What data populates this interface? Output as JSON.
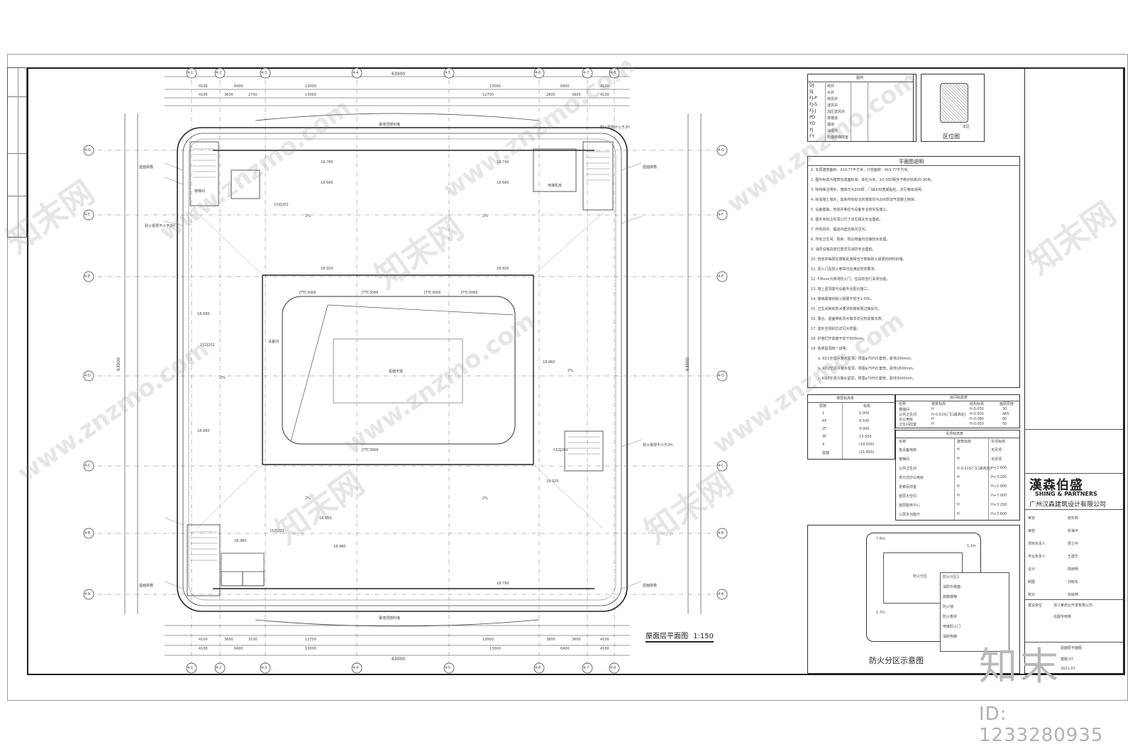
{
  "drawing": {
    "plan_title": "屋面层平面图",
    "scale": "1:150",
    "overall_dim": "63000",
    "top_dims_row1": [
      "4100",
      "6400",
      "13000",
      "13000",
      "6400",
      "4100"
    ],
    "top_dims_row2": [
      "4100",
      "3600",
      "2750",
      "13000",
      "12700",
      "2800",
      "3600",
      "4100"
    ],
    "bottom_dims": [
      "4100",
      "6400",
      "13000",
      "13000",
      "6400",
      "4100"
    ],
    "bottom_dims_row2": [
      "4100",
      "3600",
      "3100",
      "12700",
      "13000",
      "3800",
      "3600",
      "4100"
    ],
    "side_dim": "63000",
    "grid_top": [
      "4-1",
      "4-2",
      "4-3",
      "4-4",
      "4-5",
      "4-6",
      "4-7",
      "4-8"
    ],
    "grid_left": [
      "4-G",
      "4-F",
      "4-E",
      "4-D",
      "4-C",
      "4-B",
      "4-A"
    ],
    "elevations": [
      "18.780",
      "18.680",
      "18.920",
      "18.920",
      "18.680",
      "18.860",
      "18.680",
      "18.740",
      "18.680",
      "18.480",
      "18.790",
      "18.920",
      "18.950",
      "18.980"
    ],
    "labels": {
      "roof_center": "屋面天窗",
      "equipment_room": "设备间",
      "stair": "楼梯间",
      "elevator_room": "电梯机房",
      "slope_note": "2%",
      "detail_ref": "15ZJ201",
      "fire_rating": "耐火极限不小于2H",
      "parapet_note": "幕墙顶部封堵",
      "ridge_note": "屋面挑檐"
    },
    "skylight_tags": [
      "JTTC3066",
      "JTTC3066",
      "JTTC3066",
      "JTTC3066",
      "JTTC3066"
    ],
    "fire_diagram_title": "防火分区示意图",
    "fire_legend": [
      "防火分区1",
      "消防扑救面",
      "疏散楼梯",
      "防火墙",
      "防火卷帘",
      "甲级防火门",
      "消防电梯"
    ],
    "fire_area_label": "防火分区",
    "fire_dims": [
      "7.6m",
      "1.7m",
      "1.1m"
    ]
  },
  "legend_table": {
    "title": "图例",
    "codes": [
      "DJ",
      "SJ",
      "FJ-P",
      "FJ-S",
      "FJ-J",
      "PD",
      "YD",
      "YJ",
      "FY"
    ],
    "items": [
      "电井",
      "水井",
      "排风井",
      "送风井",
      "加压送风井",
      "排烟道",
      "烟道",
      "油烟井",
      "防烟楼梯前室"
    ]
  },
  "keyplan": {
    "title": "区位图",
    "label": "本区"
  },
  "notes": {
    "title": "平面图说明",
    "lines": [
      "1. 本层建筑面积：419.77平方米，计容面积：419.77平方米。",
      "2. 图中标高为建筑完成面标高，单位为米，±0.000相当于绝对标高20.90米。",
      "3. 除特殊注明外，墙体均为200厚，门垛100宽或贴柱，详见墙体说明。",
      "4. 除混凝土墙外，其余所有标注的墙体均为200厚加气混凝土砌块。",
      "5. 设备基础，管道井等应与设备专业核实后施工。",
      "6. 图中未标注的洞口尺寸详见相关专业图纸。",
      "7. 所有风井、烟道内壁应抹灰压光。",
      "8. 所有卫生间、厨房、阳台地面均应做防水处理。",
      "9. 消防设施具体位置详见消防专业图纸。",
      "10. 管道井每层在楼板处用相当于楼板耐火极限的材料封堵。",
      "11. 防火门及防火卷帘均应满足规范要求。",
      "12. F.Mxxx为常闭防火门，应具有自行关闭功能。",
      "13. 墙上留洞需与设备专业配合施工。",
      "14. 玻璃幕墙的耐火极限不低于1.00h。",
      "15. 卫生间等有防水要求的楼板周边做反坎。",
      "16. 露台、屋面等处防水做法详见构造做法表。",
      "17. 室外空调机位详见大样图。",
      "18. 护窗栏杆高度不低于900mm。",
      "19. 各类留洞统一说明："
    ],
    "subnotes": [
      "a. KD1空调冷凝水留洞，预埋φ75PVC套管，距地200mm。",
      "b. KD2空调冷凝水留洞，预埋φ75PVC套管，距地1800mm。",
      "c. KD3空调冷凝水留洞，预埋φ75PVC套管，距地3000mm。"
    ]
  },
  "floor_levels": {
    "title": "楼层标高表",
    "headers": [
      "层数",
      "标高"
    ],
    "rows": [
      [
        "1",
        "0.000"
      ],
      [
        "RF",
        "4.500"
      ],
      [
        "2F",
        "9.000"
      ],
      [
        "3F",
        "13.500"
      ],
      [
        "4",
        "(18.500)"
      ],
      [
        "屋面",
        "(21.800)"
      ]
    ]
  },
  "room_finish": {
    "title": "房间标高表",
    "headers": [
      "名称",
      "建筑标高",
      "结构标高",
      "面层厚度"
    ],
    "rows": [
      [
        "楼梯间",
        "H",
        "H-0.030",
        "30"
      ],
      [
        "公共卫生间",
        "H-0.015(门口最高处)",
        "H-0.500",
        "485"
      ],
      [
        "办公用房",
        "H",
        "H-0.080",
        "80"
      ],
      [
        "卫生间前室",
        "H",
        "H-0.050",
        "50"
      ]
    ]
  },
  "ceiling_table": {
    "title": "吊顶标高表",
    "headers": [
      "名称",
      "建筑标高",
      "吊顶标高"
    ],
    "rows": [
      [
        "各设备用房",
        "H",
        "无吊顶"
      ],
      [
        "楼梯间",
        "H",
        "无吊顶"
      ],
      [
        "公共卫生间",
        "H-0.015(门口最高处)",
        "H+2.600"
      ],
      [
        "单元式办公用房",
        "H",
        "H+3.200"
      ],
      [
        "走廊及前室",
        "H",
        "H+2.900"
      ],
      [
        "首层大空间",
        "H",
        "H+7.000"
      ],
      [
        "首层服务中心",
        "H",
        "H+3.200"
      ],
      [
        "三层多功能厅",
        "H",
        "H+3.600"
      ]
    ]
  },
  "title_block": {
    "company_logo": "漢森伯盛",
    "company_en": "SHING & PARTNERS",
    "company_cn": "广州汉森建筑设计有限公司",
    "project_label": "建设单位",
    "project_name": "浙江某商业开发有限公司",
    "sheet_title": "屋面层平面图",
    "drawing_no": "建施-07",
    "date": "2021.07",
    "rows": [
      [
        "审定",
        "谢东辉"
      ],
      [
        "审核",
        "张海平"
      ],
      [
        "项目负责人",
        "周士中"
      ],
      [
        "专业负责人",
        "王建华"
      ],
      [
        "设计",
        "陈晓明"
      ],
      [
        "制图",
        "刘晓东"
      ],
      [
        "校对",
        "张晓燕"
      ]
    ],
    "stamp": "出图专用章"
  },
  "watermark": {
    "site": "www.znzmo.com",
    "brand_mark": "知末网"
  },
  "branding": {
    "logo": "知末",
    "id": "ID: 1233280935"
  }
}
